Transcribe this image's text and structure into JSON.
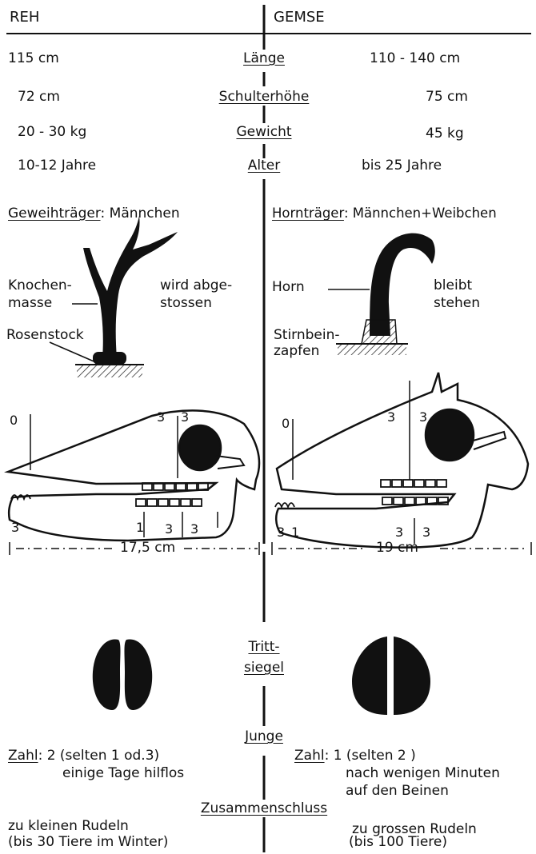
{
  "headers": {
    "left": "REH",
    "right": "GEMSE"
  },
  "measures": [
    {
      "label": "Länge",
      "left": "115 cm",
      "right": "110 - 140 cm"
    },
    {
      "label": "Schulterhöhe",
      "left": "72 cm",
      "right": "75 cm"
    },
    {
      "label": "Gewicht",
      "left": "20 - 30 kg",
      "right": "45 kg"
    },
    {
      "label": "Alter",
      "left": "10-12  Jahre",
      "right": "bis 25  Jahre"
    }
  ],
  "antler": {
    "title_u": "Geweihträger",
    "title_rest": ": Männchen",
    "label_bone_1": "Knochen-",
    "label_bone_2": "masse",
    "label_shed_1": "wird abge-",
    "label_shed_2": "stossen",
    "label_pedicle": "Rosenstock"
  },
  "horn": {
    "title_u": "Hornträger",
    "title_rest": ": Männchen+Weibchen",
    "label_horn": "Horn",
    "label_stays_1": "bleibt",
    "label_stays_2": "stehen",
    "label_core_1": "Stirnbein-",
    "label_core_2": "zapfen"
  },
  "skull": {
    "left_teeth_top": [
      "0",
      "3",
      "3"
    ],
    "left_teeth_bottom": [
      "3",
      "1",
      "3",
      "3"
    ],
    "right_teeth_top": [
      "0",
      "3",
      "3"
    ],
    "right_teeth_bottom": [
      "3",
      "1",
      "3",
      "3"
    ],
    "left_length": "17,5 cm",
    "right_length": "19 cm"
  },
  "tracks": {
    "label_1": "Tritt-",
    "label_2": "siegel"
  },
  "young": {
    "title": "Junge",
    "left_key": "Zahl",
    "left_line1": ": 2 (selten 1 od.3)",
    "left_line2": "einige Tage hilflos",
    "right_key": "Zahl",
    "right_line1": ": 1 (selten  2 )",
    "right_line2": "nach wenigen Minuten",
    "right_line3": "auf den Beinen"
  },
  "social": {
    "title": "Zusammenschluss",
    "left_line1": "zu kleinen Rudeln",
    "left_line2": "(bis 30 Tiere  im Winter)",
    "right_line1": "zu grossen Rudeln",
    "right_line2": "(bis 100 Tiere)"
  }
}
